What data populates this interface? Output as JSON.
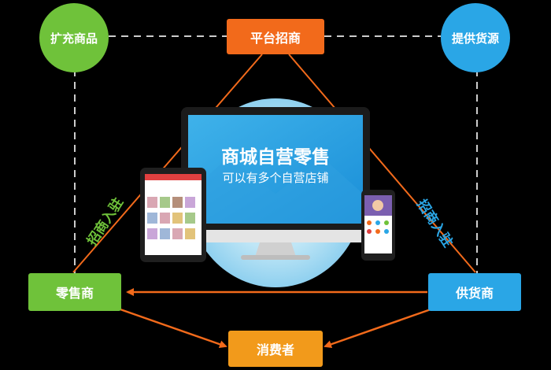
{
  "nodes": {
    "expand_goods": {
      "label": "扩充商品",
      "color": "#6fc23a"
    },
    "platform_recruit": {
      "label": "平台招商",
      "color": "#f26a1b"
    },
    "supply_source": {
      "label": "提供货源",
      "color": "#2aa6e6"
    },
    "retailer": {
      "label": "零售商",
      "color": "#6fc23a"
    },
    "supplier": {
      "label": "供货商",
      "color": "#2aa6e6"
    },
    "consumer": {
      "label": "消费者",
      "color": "#f29a1b"
    }
  },
  "screen": {
    "title": "商城自营零售",
    "subtitle": "可以有多个自营店铺"
  },
  "edge_labels": {
    "left": "招商入驻",
    "right": "招商入驻"
  },
  "colors": {
    "arrow": "#f26a1b",
    "dashed": "#cccccc",
    "left_text": "#6fc23a",
    "right_text": "#2aa6e6"
  }
}
